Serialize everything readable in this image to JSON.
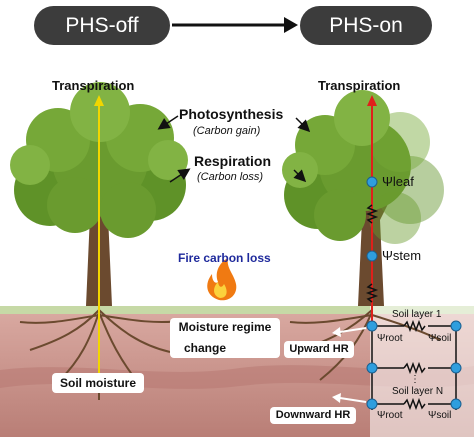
{
  "header": {
    "off_label": "PHS-off",
    "on_label": "PHS-on"
  },
  "left_tree": {
    "transpiration": "Transpiration",
    "soil_moisture": "Soil moisture"
  },
  "right_tree": {
    "transpiration": "Transpiration",
    "psi_leaf": "Ψleaf",
    "psi_stem": "Ψstem"
  },
  "processes": {
    "photosynthesis": "Photosynthesis",
    "photosynthesis_note": "(Carbon gain)",
    "respiration": "Respiration",
    "respiration_note": "(Carbon loss)"
  },
  "fire": {
    "label": "Fire carbon loss"
  },
  "moisture_box": {
    "line1": "Moisture regime",
    "line2": "change"
  },
  "hydraulics": {
    "upward": "Upward HR",
    "downward": "Downward HR",
    "layer1": "Soil layer 1",
    "layerN": "Soil layer N",
    "psi_root_1": "Ψroot",
    "psi_soil_1": "Ψsoil",
    "psi_root_2": "Ψroot",
    "psi_soil_2": "Ψsoil",
    "dots": "⋮"
  },
  "colors": {
    "pill": "#3c3c3c",
    "foliage": "#6a9b2f",
    "trunk": "#6b4a2f",
    "soil": "#c58e86",
    "fire_label": "#1f2a9c",
    "transpiration_left": "#f2d600",
    "transpiration_right": "#e0201b",
    "node": "#2f9ede"
  }
}
